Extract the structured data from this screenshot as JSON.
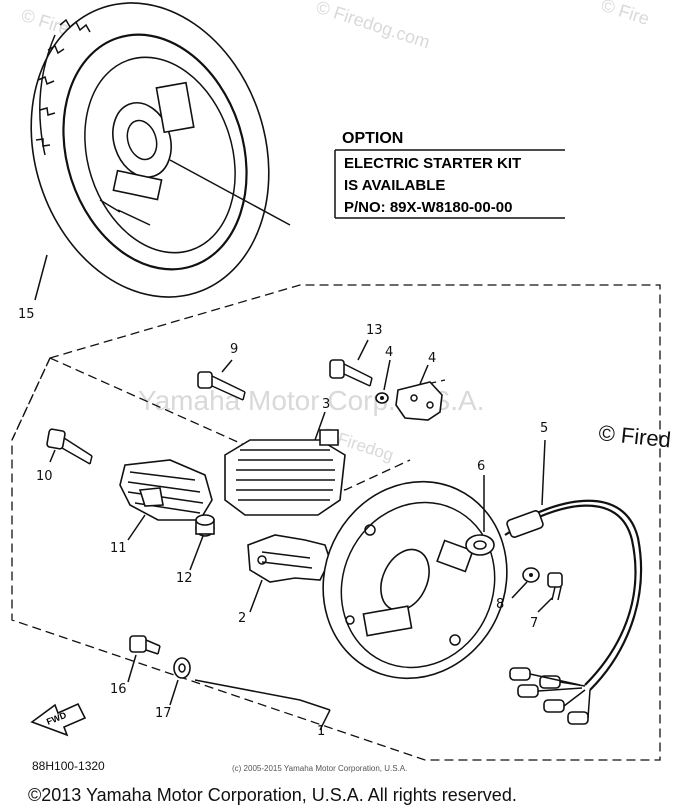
{
  "watermarks": {
    "firedog_top_left": "© Firedog.com",
    "firedog_top_mid": "© Firedog.com",
    "firedog_top_right": "© Fire",
    "firedog_right": "© Fired",
    "firedog_mid": "© Firedog",
    "yamaha_center": "Yamaha Motor Corp. U.S.A."
  },
  "option_box": {
    "title": "OPTION",
    "line1": "ELECTRIC STARTER KIT",
    "line2": "IS AVAILABLE",
    "line3": "P/NO: 89X-W8180-00-00"
  },
  "callouts": {
    "c1": "1",
    "c2": "2",
    "c3": "3",
    "c4a": "4",
    "c4b": "4",
    "c5": "5",
    "c6": "6",
    "c7": "7",
    "c8": "8",
    "c9": "9",
    "c10": "10",
    "c11": "11",
    "c12": "12",
    "c13": "13",
    "c15": "15",
    "c16": "16",
    "c17": "17"
  },
  "fwd_label": "FWD",
  "diagram_code": "88H100-1320",
  "small_copyright": "(c) 2005-2015 Yamaha Motor Corporation, U.S.A.",
  "footer": "©2013 Yamaha Motor Corporation, U.S.A. All rights reserved."
}
